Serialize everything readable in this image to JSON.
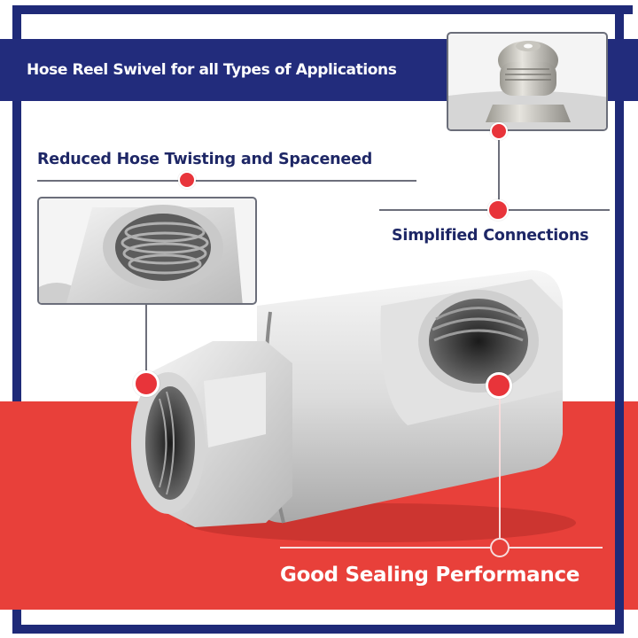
{
  "banner": {
    "title": "Hose Reel Swivel for all Types of Applications"
  },
  "features": [
    {
      "id": "twisting",
      "label": "Reduced Hose Twisting and Spaceneed"
    },
    {
      "id": "connections",
      "label": "Simplified Connections"
    },
    {
      "id": "sealing",
      "label": "Good Sealing Performance"
    }
  ],
  "product": {
    "name": "hose-reel-swivel-fitting",
    "material": "stainless steel"
  },
  "colors": {
    "navy": "#222c7c",
    "red": "#e8403a",
    "label_text": "#1e2766",
    "white": "#ffffff"
  },
  "icons": [
    "callout-dot",
    "callout-ring"
  ]
}
